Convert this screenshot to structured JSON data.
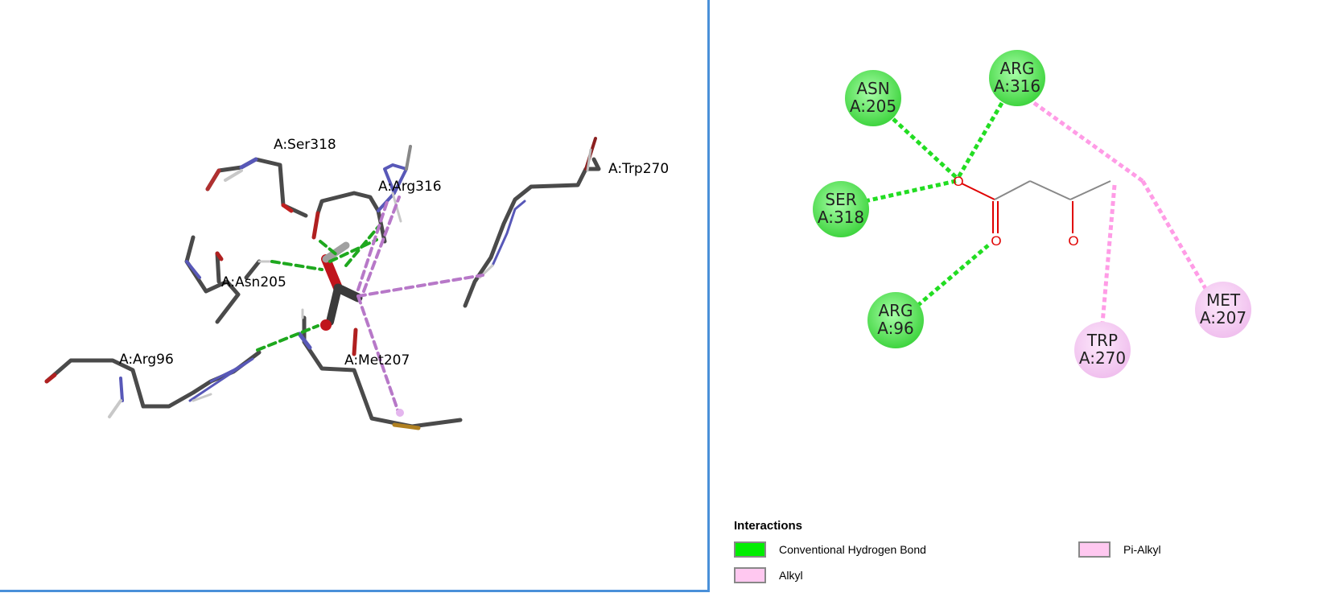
{
  "left_view": {
    "residue_labels": [
      {
        "id": "ser318",
        "text": "A:Ser318"
      },
      {
        "id": "arg316",
        "text": "A:Arg316"
      },
      {
        "id": "trp270",
        "text": "A:Trp270"
      },
      {
        "id": "asn205",
        "text": "A:Asn205"
      },
      {
        "id": "arg96",
        "text": "A:Arg96"
      },
      {
        "id": "met207",
        "text": "A:Met207"
      }
    ]
  },
  "diagram": {
    "residues": [
      {
        "id": "asn205",
        "line1": "ASN",
        "line2": "A:205",
        "type": "hbond"
      },
      {
        "id": "arg316",
        "line1": "ARG",
        "line2": "A:316",
        "type": "hbond"
      },
      {
        "id": "ser318",
        "line1": "SER",
        "line2": "A:318",
        "type": "hbond"
      },
      {
        "id": "arg96",
        "line1": "ARG",
        "line2": "A:96",
        "type": "hbond"
      },
      {
        "id": "met207",
        "line1": "MET",
        "line2": "A:207",
        "type": "alkyl"
      },
      {
        "id": "trp270",
        "line1": "TRP",
        "line2": "A:270",
        "type": "pialkyl"
      }
    ],
    "atom_labels": [
      "O",
      "O",
      "O"
    ]
  },
  "legend": {
    "title": "Interactions",
    "items": [
      {
        "label": "Conventional Hydrogen Bond",
        "color": "#00ee00"
      },
      {
        "label": "Pi-Alkyl",
        "color": "#ffc8f0"
      },
      {
        "label": "Alkyl",
        "color": "#ffc8f0"
      }
    ]
  },
  "colors": {
    "hbond": "#22dd22",
    "alkyl": "#ff9ce6",
    "node_green": "#66ee66",
    "node_pink": "#f6cdf3",
    "atom_red": "#e00000"
  }
}
